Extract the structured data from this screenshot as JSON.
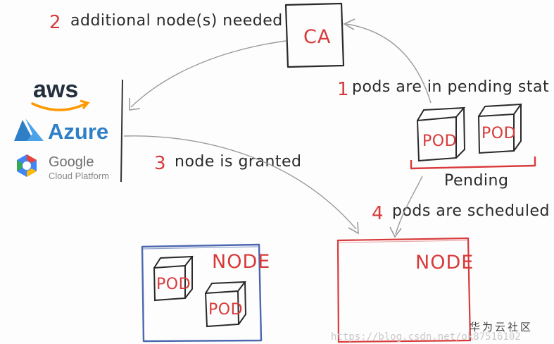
{
  "title": "",
  "colors": {
    "accent_red": "#d83a3a",
    "node_blue": "#4a67b0",
    "ink": "#2a2a2a",
    "arrow_gray": "#9b9b9b",
    "aws_orange": "#f90",
    "azure_blue": "#2f7fc7"
  },
  "steps": [
    {
      "number": "2",
      "text": "additional node(s) needed"
    },
    {
      "number": "1",
      "text": "pods are in pending stat"
    },
    {
      "number": "3",
      "text": "node is granted"
    },
    {
      "number": "4",
      "text": "pods are scheduled"
    }
  ],
  "ca_box": {
    "label": "CA"
  },
  "pending": {
    "pods": [
      "POD",
      "POD"
    ],
    "label": "Pending"
  },
  "cloud_providers": {
    "aws": {
      "name": "aws",
      "icon": "aws-smile-arrow-icon"
    },
    "azure": {
      "name": "Azure",
      "icon": "azure-logo-icon"
    },
    "gcp": {
      "name": "Google",
      "subtitle": "Cloud Platform",
      "icon": "gcp-hexagon-icon"
    }
  },
  "node_existing": {
    "label": "NODE",
    "pods": [
      "POD",
      "POD"
    ]
  },
  "node_new": {
    "label": "NODE"
  },
  "footer": {
    "brand": "华为云社区",
    "watermark": "https://blog.csdn.net/ok87516102"
  }
}
